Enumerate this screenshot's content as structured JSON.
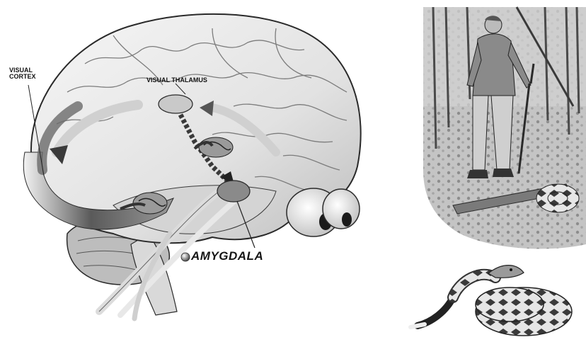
{
  "labels": {
    "visual_cortex_line1": "VISUAL",
    "visual_cortex_line2": "CORTEX",
    "visual_thalamus": "VISUAL THALAMUS",
    "amygdala": "AMYGDALA"
  },
  "colors": {
    "brain_fill": "#ececec",
    "brain_shade": "#cfcfcf",
    "outline": "#2a2a2a",
    "pathway_dark": "#4a4a4a",
    "pathway_light": "#d8d8d8",
    "forest_bg": "#b9b9b9"
  },
  "icons": {
    "bullet": "sphere-bullet-icon",
    "eye": "eyeball-icon",
    "snake": "rattlesnake-icon",
    "hiker": "hiker-figure-icon"
  }
}
